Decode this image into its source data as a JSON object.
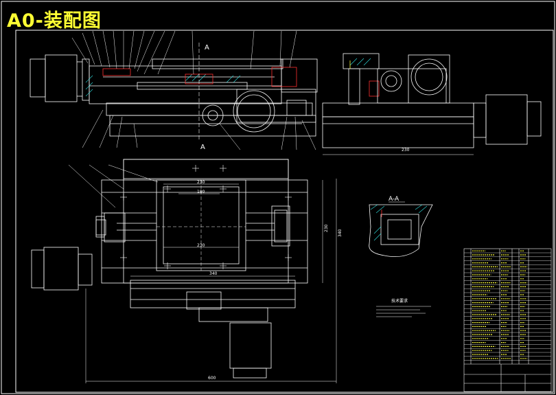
{
  "title": "A0-装配图",
  "colors": {
    "background": "#000000",
    "title": "#ffff33",
    "line": "#ffffff",
    "accent_red": "#ff3030",
    "accent_cyan": "#30e0e0",
    "accent_yellow": "#ffff40",
    "accent_green": "#40ff40"
  },
  "labels": {
    "section_mark": "A",
    "section_title": "A-A",
    "dim_top_width": "230",
    "dim_plate_top": "230",
    "dim_plate_inner": "180",
    "dim_plate_bottom": "230",
    "dim_base_width": "340",
    "dim_overall": "600",
    "dim_right_height": "230",
    "dim_right_outer": "340",
    "notes_heading": "技术要求"
  }
}
